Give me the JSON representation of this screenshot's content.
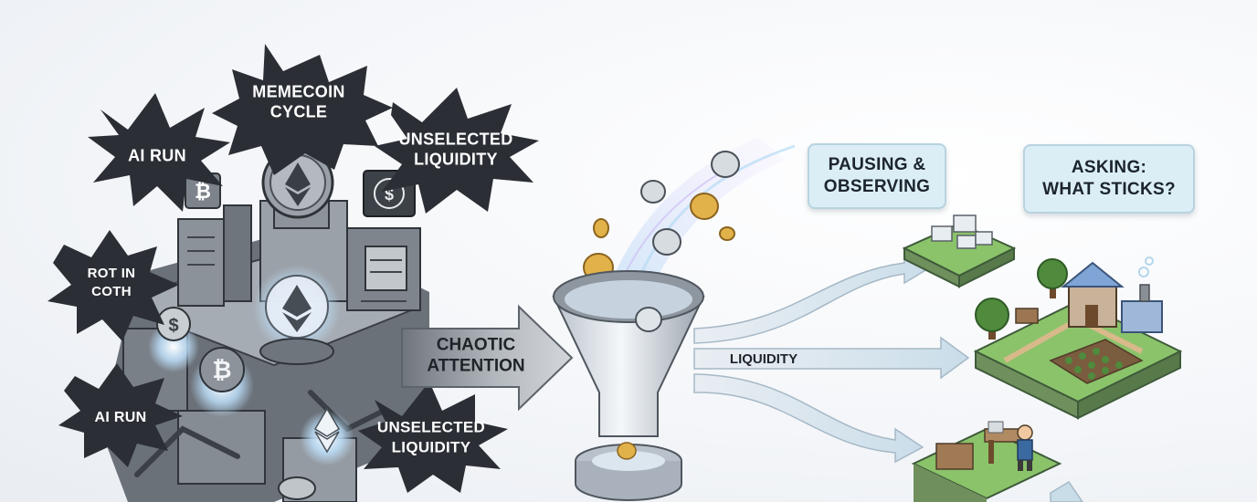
{
  "bursts": {
    "memecoin_cycle": "MEMECOIN\nCYCLE",
    "ai_run_top": "AI RUN",
    "unselected_liquidity_top": "UNSELECTED\nLIQUIDITY",
    "rot_in_coth": "ROT IN\nCOTH",
    "ai_run_bottom": "AI RUN",
    "unselected_liquidity_bottom": "UNSELECTED\nLIQUIDITY"
  },
  "arrow": {
    "chaotic_attention": "CHAOTIC\nATTENTION"
  },
  "flow": {
    "liquidity": "LIQUIDITY"
  },
  "labels": {
    "pausing_observing": "PAUSING &\nOBSERVING",
    "asking_what_sticks": "ASKING:\nWHAT STICKS?"
  },
  "colors": {
    "burst_fill": "#2b2f35",
    "city_gray": "#8d939b",
    "glow": "#bfe3ff",
    "coin_gold": "#e2b24a",
    "box_fill": "#dbeef6",
    "grass": "#8bc36a"
  },
  "icons": [
    "bitcoin-icon",
    "ethereum-icon",
    "dollar-icon",
    "coin-icon",
    "house-icon",
    "tree-icon",
    "farmer-icon"
  ]
}
